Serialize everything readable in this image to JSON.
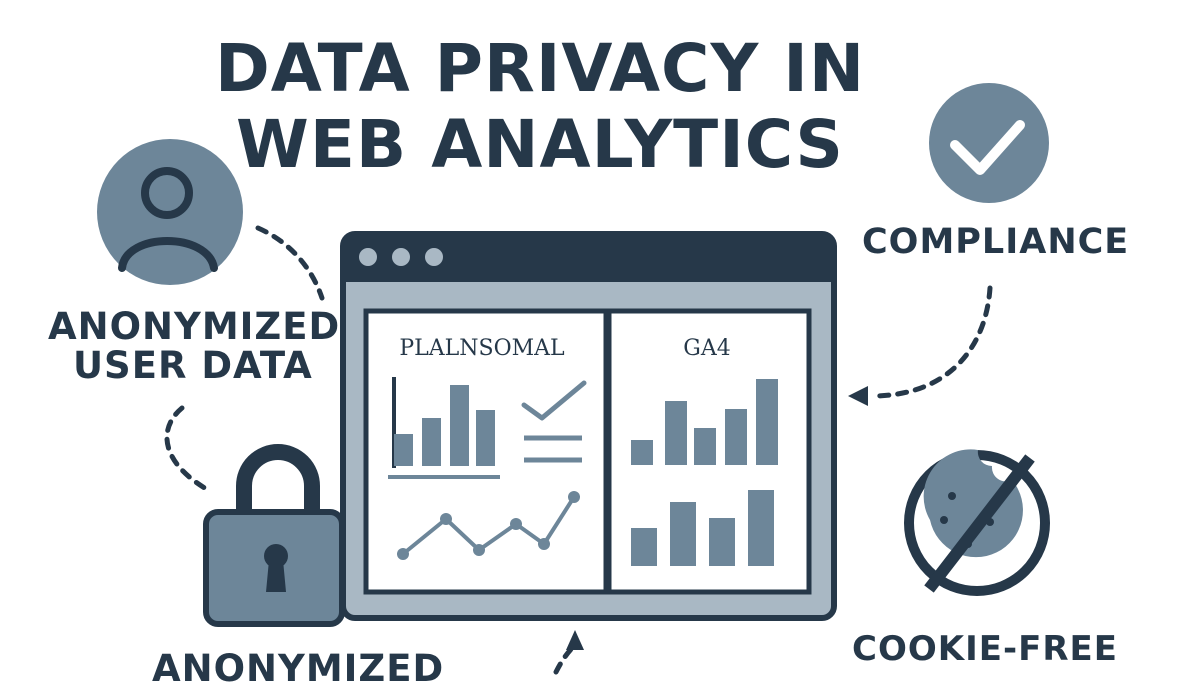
{
  "title": {
    "line1": "DATA PRIVACY IN",
    "line2": "WEB ANALYTICS"
  },
  "labels": {
    "anonymized_user_data_line1": "ANONYMIZED",
    "anonymized_user_data_line2": "USER DATA",
    "compliance": "COMPLIANCE",
    "cookie_free": "COOKIE-FREE",
    "anonymized_bottom": "ANONYMIZED"
  },
  "browser": {
    "left_panel_title": "PLALNSOMAL",
    "right_panel_title": "GA4"
  },
  "colors": {
    "dark": "#263849",
    "mid": "#6d8699",
    "light": "#a9b8c4",
    "background": "#ffffff"
  },
  "icons": [
    "user-icon",
    "check-icon",
    "lock-icon",
    "no-cookie-icon"
  ]
}
